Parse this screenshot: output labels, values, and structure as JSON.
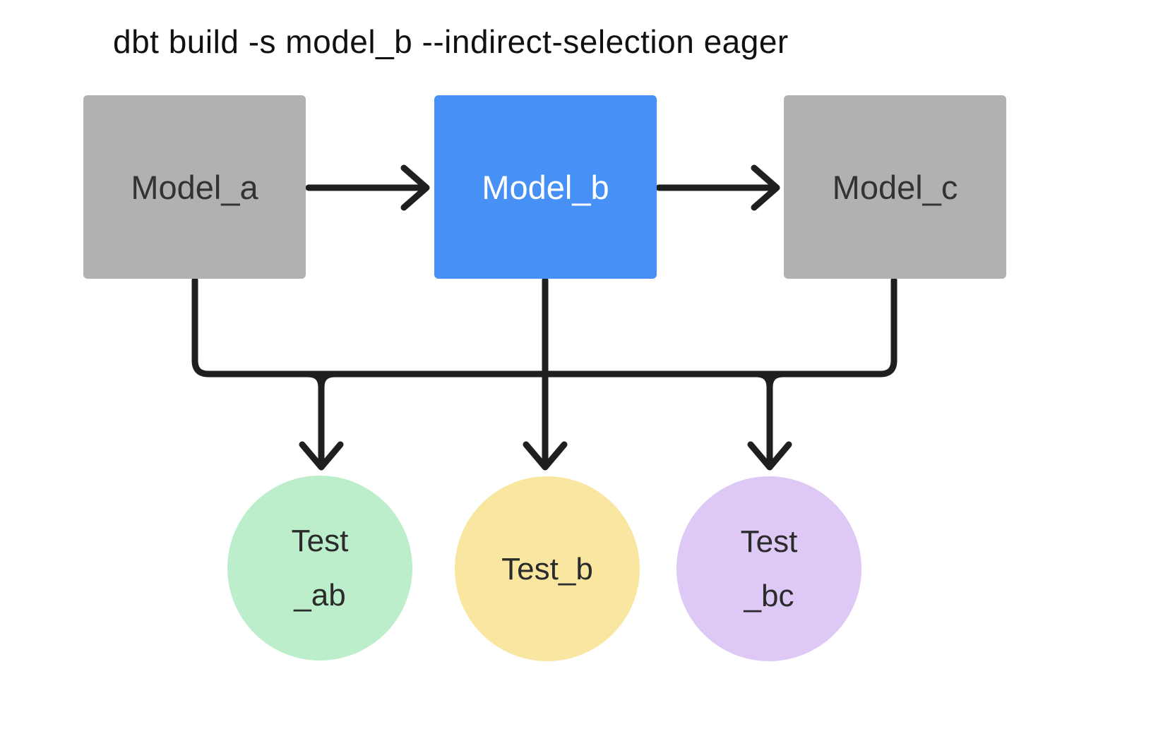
{
  "title": "dbt build -s model_b --indirect-selection eager",
  "colors": {
    "bg": "#ffffff",
    "edge": "#1f1f1f",
    "model-gray": "#b1b1b1",
    "model-blue": "#4791f6",
    "model-text": "#333333",
    "model-b-text": "#ffffff",
    "test-green": "#bceecb",
    "test-yellow": "#f8e6a1",
    "test-purple": "#ddc8f6",
    "test-text": "#2b2b2b",
    "title-text": "#111111"
  },
  "nodes": {
    "model_a": {
      "label": "Model_a"
    },
    "model_b": {
      "label": "Model_b"
    },
    "model_c": {
      "label": "Model_c"
    },
    "test_ab": {
      "line1": "Test",
      "line2": "_ab"
    },
    "test_b": {
      "label": "Test_b"
    },
    "test_bc": {
      "line1": "Test",
      "line2": "_bc"
    }
  }
}
